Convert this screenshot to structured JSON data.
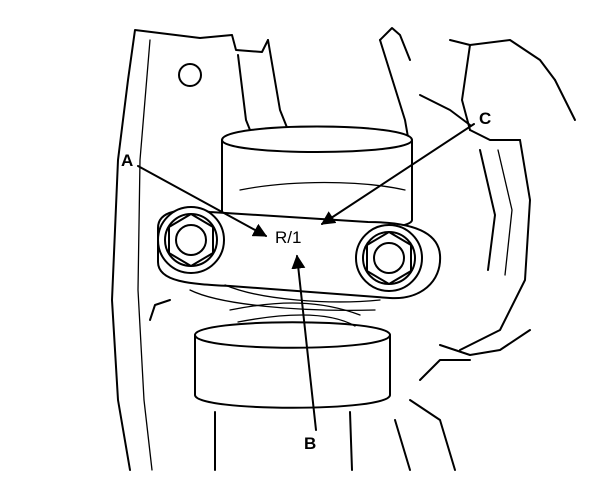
{
  "labels": {
    "a": "A",
    "b": "B",
    "c": "C",
    "cap_marking": "R/1"
  },
  "colors": {
    "line": "#000000",
    "background": "#ffffff"
  }
}
